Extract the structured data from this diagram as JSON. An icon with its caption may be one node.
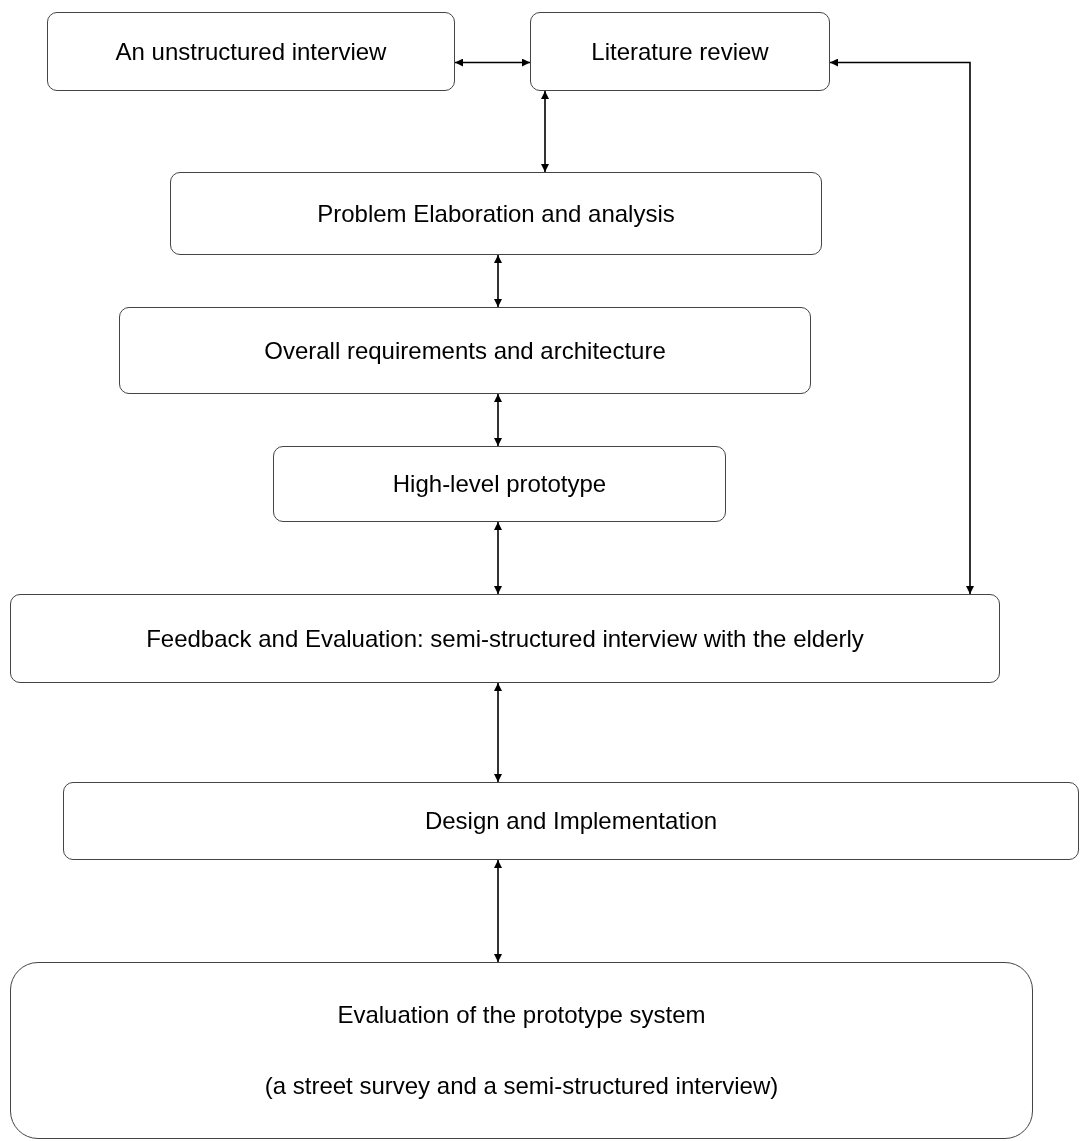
{
  "diagram": {
    "nodes": [
      {
        "text": [
          "An unstructured interview"
        ]
      },
      {
        "text": [
          "Literature review"
        ]
      },
      {
        "text": [
          "Problem Elaboration and analysis"
        ]
      },
      {
        "text": [
          "Overall requirements and architecture"
        ]
      },
      {
        "text": [
          "High-level prototype"
        ]
      },
      {
        "text": [
          "Feedback and Evaluation: semi-structured interview with the elderly"
        ]
      },
      {
        "text": [
          "Design and Implementation"
        ]
      },
      {
        "text": [
          "Evaluation of the prototype system",
          "(a street survey and a semi-structured interview)"
        ]
      }
    ],
    "edges": [
      {
        "from": 0,
        "to": 1,
        "arrow": "both"
      },
      {
        "from": 1,
        "to": 2,
        "arrow": "both"
      },
      {
        "from": 2,
        "to": 3,
        "arrow": "both"
      },
      {
        "from": 3,
        "to": 4,
        "arrow": "both"
      },
      {
        "from": 4,
        "to": 5,
        "arrow": "both"
      },
      {
        "from": 1,
        "to": 5,
        "arrow": "both"
      },
      {
        "from": 5,
        "to": 6,
        "arrow": "both"
      },
      {
        "from": 6,
        "to": 7,
        "arrow": "both"
      }
    ]
  }
}
